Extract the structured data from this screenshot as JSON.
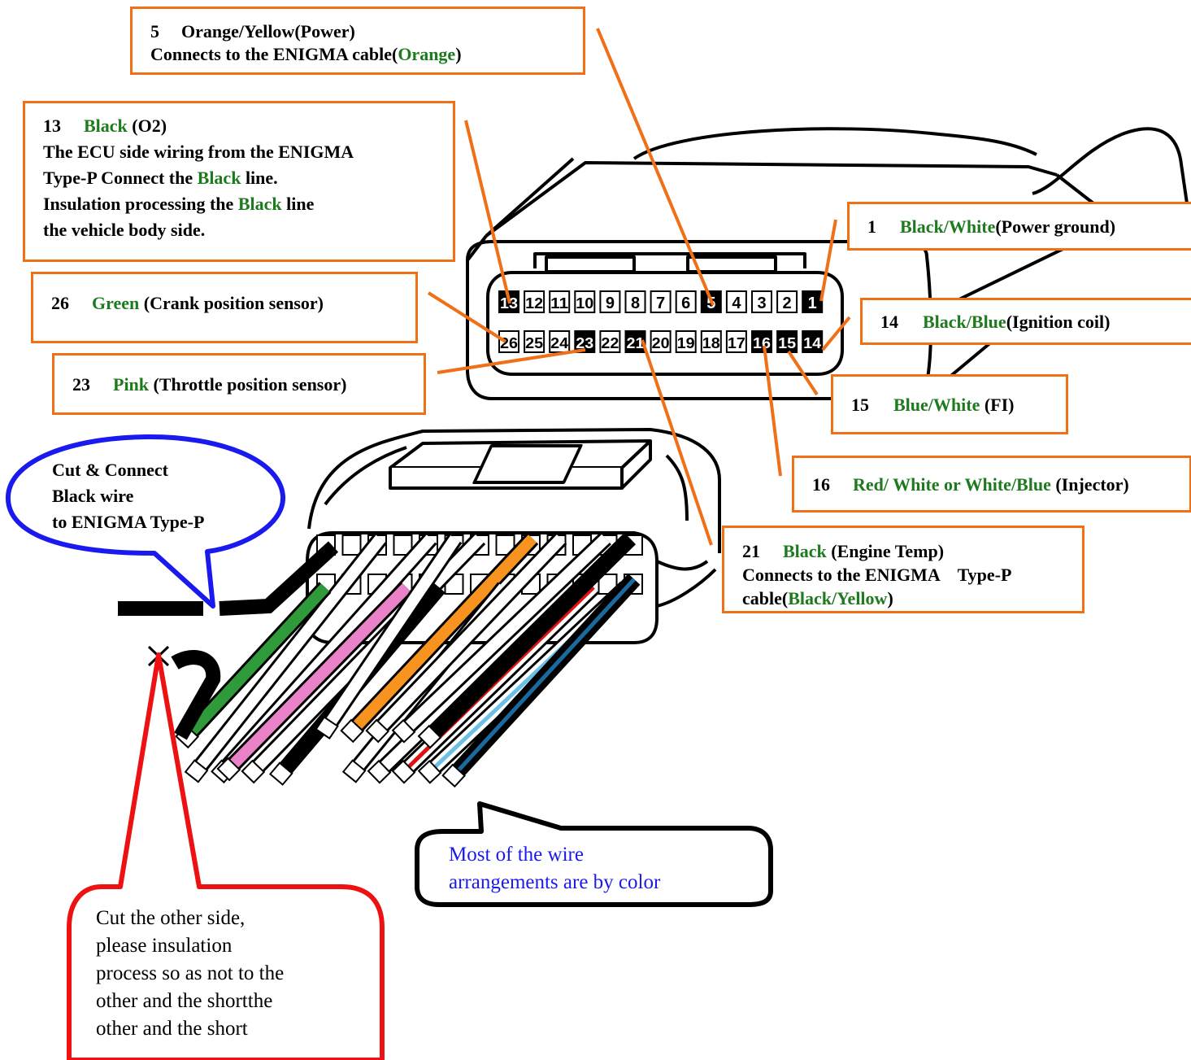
{
  "labels": {
    "pin5": {
      "num": "5",
      "name": "Orange/Yellow(Power)",
      "line2_prefix": "Connects to the ENIGMA cable(",
      "line2_color": "Orange",
      "line2_suffix": ")"
    },
    "pin13": {
      "num": "13",
      "color": "Black",
      "func": " (O2)",
      "line2": "The ECU side wiring from the ENIGMA",
      "line3_prefix": "Type-P Connect the ",
      "line3_color": "Black",
      "line3_suffix": " line.",
      "line4_prefix": "Insulation processing the ",
      "line4_color": "Black",
      "line4_suffix": " line",
      "line5": "the vehicle body side."
    },
    "pin26": {
      "num": "26",
      "color": "Green",
      "func": " (Crank position sensor)"
    },
    "pin23": {
      "num": "23",
      "color": "Pink",
      "func": " (Throttle position sensor)"
    },
    "pin1": {
      "num": "1",
      "color": "Black/White",
      "func": "(Power ground)"
    },
    "pin14": {
      "num": "14",
      "color": "Black/Blue",
      "func": "(Ignition coil)"
    },
    "pin15": {
      "num": "15",
      "color": "Blue/White",
      "func": " (FI)"
    },
    "pin16": {
      "num": "16",
      "color": "Red/ White or White/Blue",
      "func": " (Injector)"
    },
    "pin21": {
      "num": "21",
      "color": "Black",
      "func": " (Engine Temp)",
      "line2": "Connects to the ENIGMA　Type-P",
      "line3_prefix": "cable(",
      "line3_color": "Black/Yellow",
      "line3_suffix": ")"
    }
  },
  "connector": {
    "top_row": [
      "13",
      "12",
      "11",
      "10",
      "9",
      "8",
      "7",
      "6",
      "5",
      "4",
      "3",
      "2",
      "1"
    ],
    "bottom_row": [
      "26",
      "25",
      "24",
      "23",
      "22",
      "21",
      "20",
      "19",
      "18",
      "17",
      "16",
      "15",
      "14"
    ],
    "highlighted": [
      "13",
      "5",
      "1",
      "23",
      "21",
      "16",
      "15",
      "14"
    ]
  },
  "callouts": {
    "blue_bubble": [
      "Cut & Connect",
      "Black wire",
      "to ENIGMA Type-P"
    ],
    "black_bubble": [
      "Most of the wire",
      "arrangements are by color"
    ],
    "red_bubble": [
      "Cut the other side,",
      "please insulation",
      "process so as not to the",
      "other and the shortthe",
      "other and the short"
    ]
  },
  "colors": {
    "leader": "#f07018",
    "label_green": "#1d7a1d",
    "blue_bubble": "#1a1aee",
    "red_bubble": "#ee1111",
    "orange_wire": "#f7931e",
    "green_wire": "#2e9a3a",
    "pink_wire": "#e982c8"
  }
}
